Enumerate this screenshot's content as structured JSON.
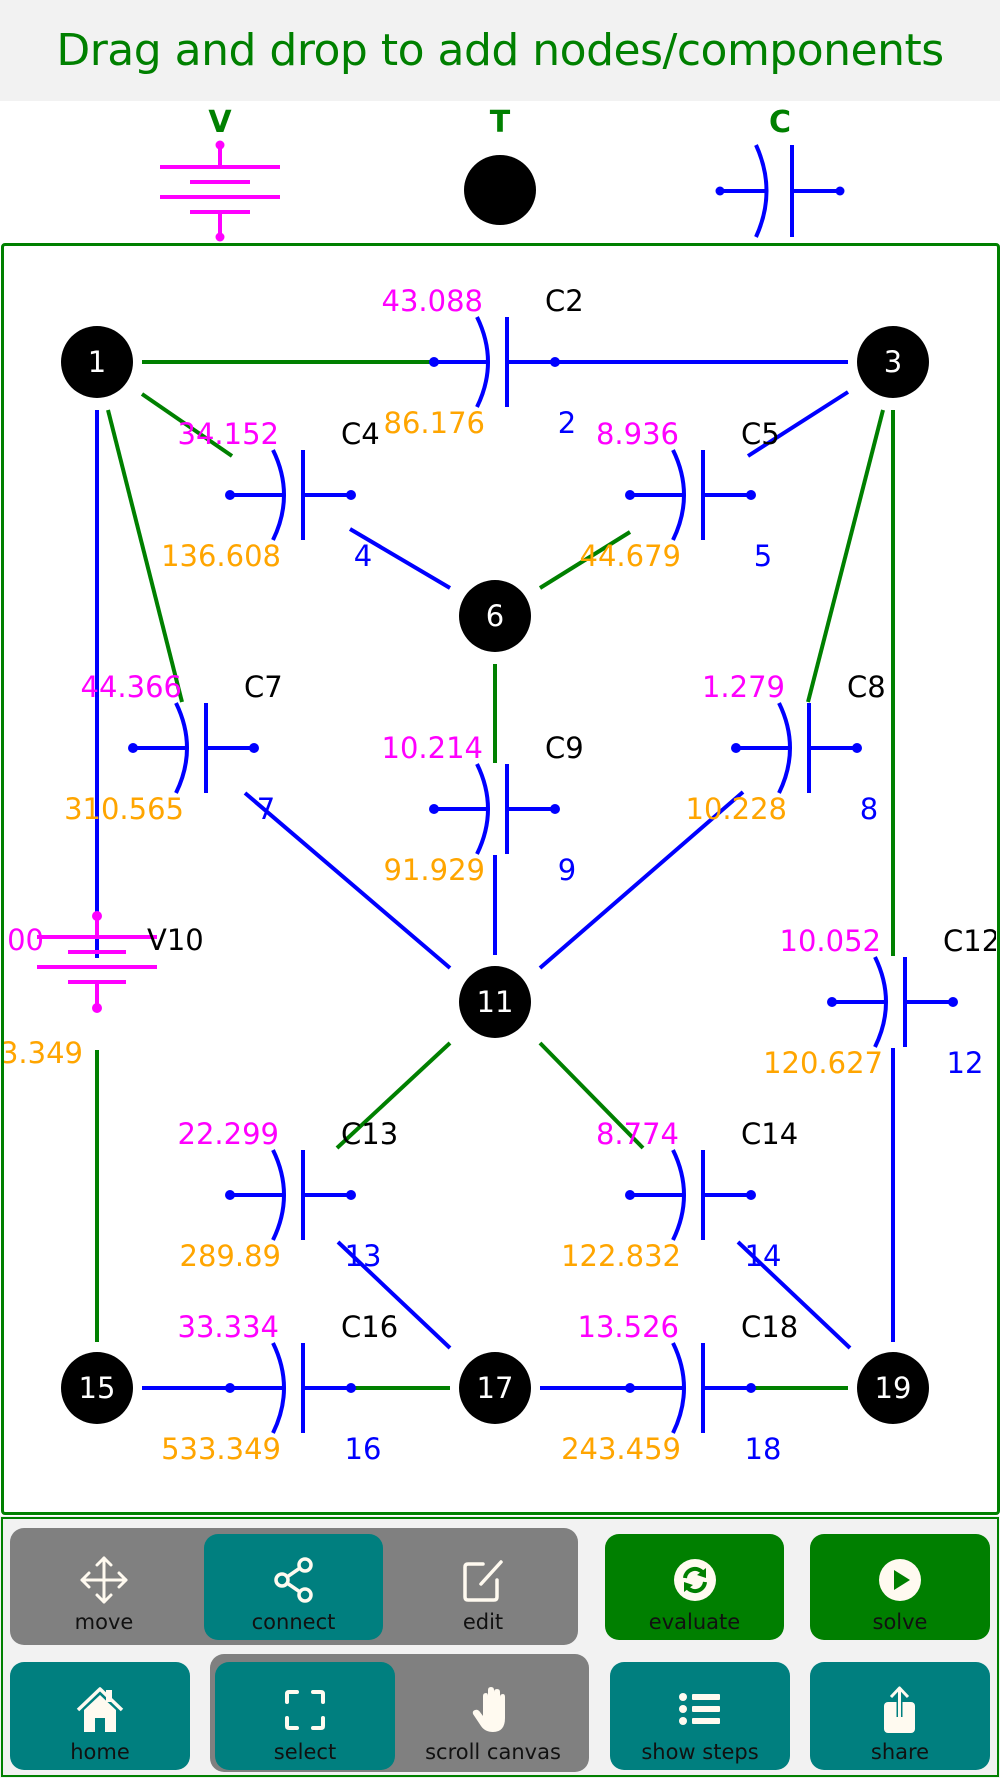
{
  "header": {
    "title": "Drag and drop to add nodes/components"
  },
  "palette": {
    "items": [
      {
        "label": "V",
        "kind": "voltage-source"
      },
      {
        "label": "T",
        "kind": "terminal-node"
      },
      {
        "label": "C",
        "kind": "capacitor"
      }
    ]
  },
  "colors": {
    "accent_green": "#008000",
    "wire_green": "#008000",
    "component_blue": "#0000ff",
    "source_magenta": "#ff00ff",
    "value_orange": "#ffa500",
    "node_black": "#000000",
    "teal_button": "#007f7f",
    "green_button": "#007f00",
    "group_gray": "#808080"
  },
  "circuit": {
    "nodes": [
      {
        "id": "1",
        "label": "1"
      },
      {
        "id": "3",
        "label": "3"
      },
      {
        "id": "6",
        "label": "6"
      },
      {
        "id": "11",
        "label": "11"
      },
      {
        "id": "15",
        "label": "15"
      },
      {
        "id": "17",
        "label": "17"
      },
      {
        "id": "19",
        "label": "19"
      }
    ],
    "components": [
      {
        "name": "C2",
        "type": "capacitor",
        "top_value": "43.088",
        "bottom_value": "86.176",
        "index": "2"
      },
      {
        "name": "C4",
        "type": "capacitor",
        "top_value": "34.152",
        "bottom_value": "136.608",
        "index": "4"
      },
      {
        "name": "C5",
        "type": "capacitor",
        "top_value": "8.936",
        "bottom_value": "44.679",
        "index": "5"
      },
      {
        "name": "C7",
        "type": "capacitor",
        "top_value": "44.366",
        "bottom_value": "310.565",
        "index": "7"
      },
      {
        "name": "C8",
        "type": "capacitor",
        "top_value": "1.279",
        "bottom_value": "10.228",
        "index": "8"
      },
      {
        "name": "C9",
        "type": "capacitor",
        "top_value": "10.214",
        "bottom_value": "91.929",
        "index": "9"
      },
      {
        "name": "V10",
        "type": "voltage-source",
        "top_value": "00",
        "bottom_value": "3.349",
        "index": ""
      },
      {
        "name": "C12",
        "type": "capacitor",
        "top_value": "10.052",
        "bottom_value": "120.627",
        "index": "12"
      },
      {
        "name": "C13",
        "type": "capacitor",
        "top_value": "22.299",
        "bottom_value": "289.89",
        "index": "13"
      },
      {
        "name": "C14",
        "type": "capacitor",
        "top_value": "8.774",
        "bottom_value": "122.832",
        "index": "14"
      },
      {
        "name": "C16",
        "type": "capacitor",
        "top_value": "33.334",
        "bottom_value": "533.349",
        "index": "16"
      },
      {
        "name": "C18",
        "type": "capacitor",
        "top_value": "13.526",
        "bottom_value": "243.459",
        "index": "18"
      }
    ]
  },
  "toolbar": {
    "mode_group": [
      {
        "label": "move",
        "icon": "move-arrows-icon",
        "active": false
      },
      {
        "label": "connect",
        "icon": "share-nodes-icon",
        "active": true
      },
      {
        "label": "edit",
        "icon": "edit-pencil-icon",
        "active": false
      }
    ],
    "evaluate": {
      "label": "evaluate",
      "icon": "refresh-circle-icon"
    },
    "solve": {
      "label": "solve",
      "icon": "play-circle-icon"
    },
    "home": {
      "label": "home",
      "icon": "home-icon"
    },
    "canvas_group": [
      {
        "label": "select",
        "icon": "selection-frame-icon",
        "active": true
      },
      {
        "label": "scroll canvas",
        "icon": "hand-icon",
        "active": false
      }
    ],
    "show_steps": {
      "label": "show steps",
      "icon": "list-icon"
    },
    "share": {
      "label": "share",
      "icon": "share-upload-icon"
    }
  }
}
